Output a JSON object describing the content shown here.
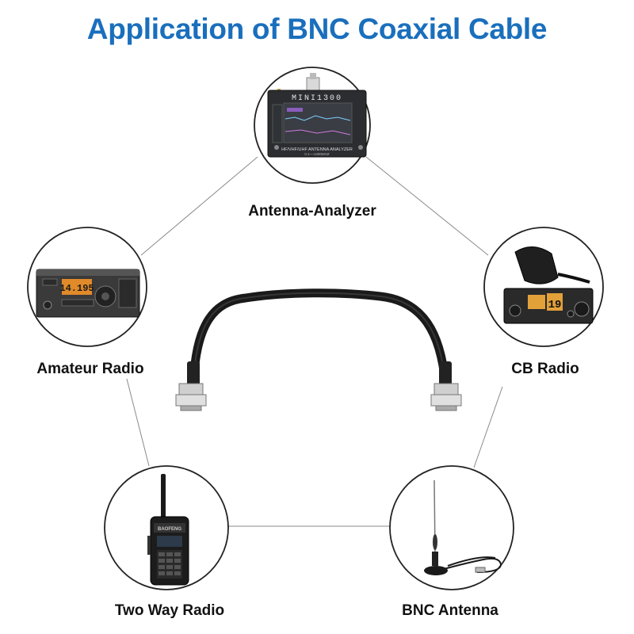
{
  "title": "Application of BNC Coaxial Cable",
  "colors": {
    "title": "#1a6fbd",
    "line": "#8a8a8a",
    "circle": "#222222",
    "cable": "#1a1a1a",
    "connector": "#c8c8c8"
  },
  "applications": [
    {
      "label": "Antenna-Analyzer",
      "icon": "antenna-analyzer-icon",
      "screen_brand": "MINI1300",
      "screen_caption": "HF/VHF/UHF ANTENNA ANALYZER",
      "screen_range": "0.1~~1300MHZ"
    },
    {
      "label": "Amateur Radio",
      "icon": "amateur-radio-icon",
      "display": "14.195"
    },
    {
      "label": "CB Radio",
      "icon": "cb-radio-icon",
      "display": "19"
    },
    {
      "label": "Two Way Radio",
      "icon": "two-way-radio-icon",
      "brand": "BAOFENG"
    },
    {
      "label": "BNC Antenna",
      "icon": "bnc-antenna-icon"
    }
  ]
}
